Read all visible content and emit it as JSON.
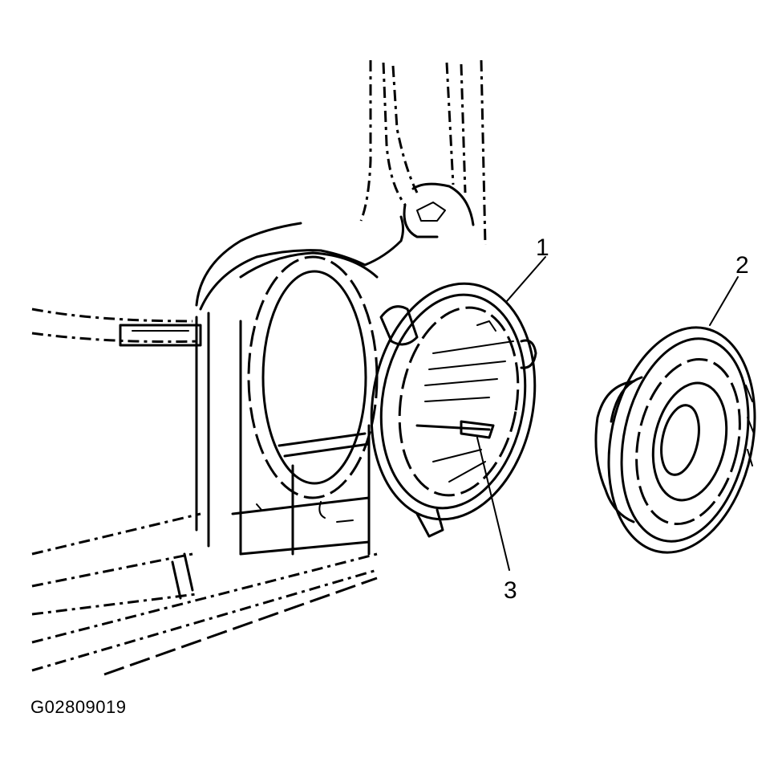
{
  "callouts": {
    "label_1": "1",
    "label_2": "2",
    "label_3": "3"
  },
  "figure_code": "G02809019",
  "colors": {
    "line": "#000000",
    "background": "#ffffff"
  }
}
